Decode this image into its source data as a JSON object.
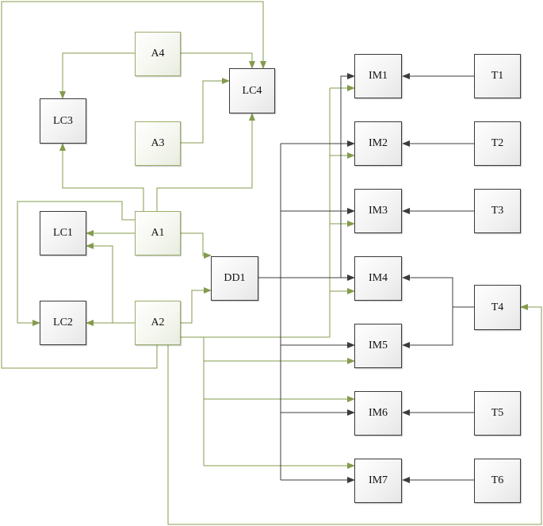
{
  "colors": {
    "green": "#849b4c",
    "dark": "#3c3c3c"
  },
  "nodes": {
    "A4": "A4",
    "A3": "A3",
    "A1": "A1",
    "A2": "A2",
    "LC1": "LC1",
    "LC2": "LC2",
    "LC3": "LC3",
    "LC4": "LC4",
    "DD1": "DD1",
    "IM1": "IM1",
    "IM2": "IM2",
    "IM3": "IM3",
    "IM4": "IM4",
    "IM5": "IM5",
    "IM6": "IM6",
    "IM7": "IM7",
    "T1": "T1",
    "T2": "T2",
    "T3": "T3",
    "T4": "T4",
    "T5": "T5",
    "T6": "T6"
  }
}
